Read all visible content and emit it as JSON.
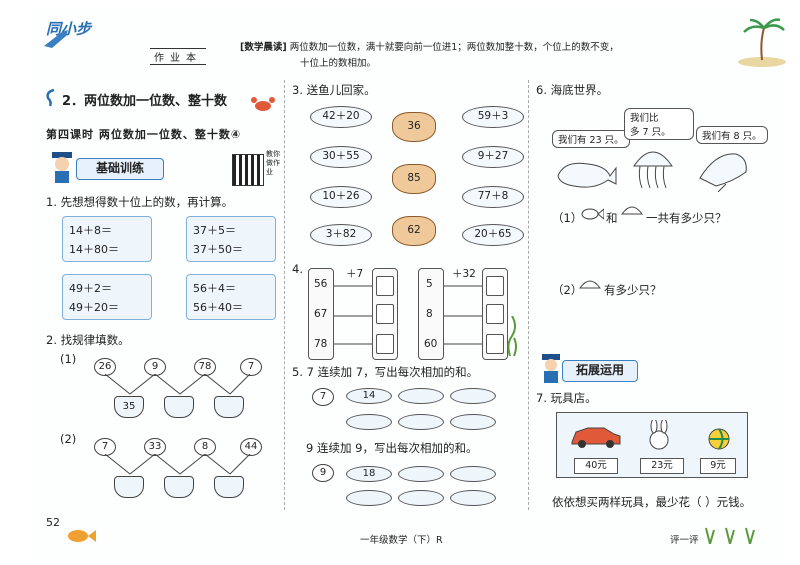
{
  "header": {
    "logo": "同小步",
    "label": "作业本",
    "note_tag": "[数学晨读]",
    "note_line1": "两位数加一位数，满十就要向前一位进1；两位数加整十数，个位上的数不变，",
    "note_line2": "十位上的数相加。"
  },
  "left": {
    "section_title": "2．两位数加一位数、整十数",
    "lesson": "第四课时   两位数加一位数、整十数④",
    "basic_training": "基础训练",
    "qr_text": "教你做作业",
    "q1": "1. 先想想得数十位上的数，再计算。",
    "cards": [
      [
        "14＋8＝",
        "14＋80＝"
      ],
      [
        "37＋5＝",
        "37＋50＝"
      ],
      [
        "49＋2＝",
        "49＋20＝"
      ],
      [
        "56＋4＝",
        "56＋40＝"
      ]
    ],
    "q2": "2. 找规律填数。",
    "row1_label": "(1)",
    "row1_balls": [
      "26",
      "9",
      "78",
      "7"
    ],
    "row1_bowls": [
      "35",
      "",
      ""
    ],
    "row2_label": "(2)",
    "row2_balls": [
      "7",
      "33",
      "8",
      "44"
    ],
    "page_number": "52"
  },
  "middle": {
    "q3": "3. 送鱼儿回家。",
    "fish_left": [
      "42＋20",
      "30＋55",
      "10＋26",
      "3＋82"
    ],
    "jars": [
      "36",
      "85",
      "62"
    ],
    "fish_right": [
      "59＋3",
      "9＋27",
      "77＋8",
      "20＋65"
    ],
    "q4": "4.",
    "ladder1_op": "＋7",
    "ladder1_vals": [
      "56",
      "67",
      "78"
    ],
    "ladder2_op": "＋32",
    "ladder2_vals": [
      "5",
      "8",
      "60"
    ],
    "q5a": "5. 7 连续加 7，写出每次相加的和。",
    "q5a_start": "7",
    "q5a_first": "14",
    "q5b": "9 连续加 9，写出每次相加的和。",
    "q5b_start": "9",
    "q5b_first": "18",
    "footer": "一年级数学（下）R"
  },
  "right": {
    "q6": "6. 海底世界。",
    "bubble_whale": "我们有 23 只。",
    "bubble_fish": "我们比",
    "bubble_fish2": "多 7 只。",
    "bubble_ray": "我们有 8 只。",
    "q6_1_label": "（1）",
    "q6_1": "和",
    "q6_1_tail": "一共有多少只？",
    "q6_2_label": "（2）",
    "q6_2_tail": "有多少只？",
    "extension": "拓展运用",
    "q7": "7. 玩具店。",
    "prices": [
      "40元",
      "23元",
      "9元"
    ],
    "q7_text": "依依想买两样玩具，最少花（      ）元钱。",
    "evaluate": "评一评"
  }
}
